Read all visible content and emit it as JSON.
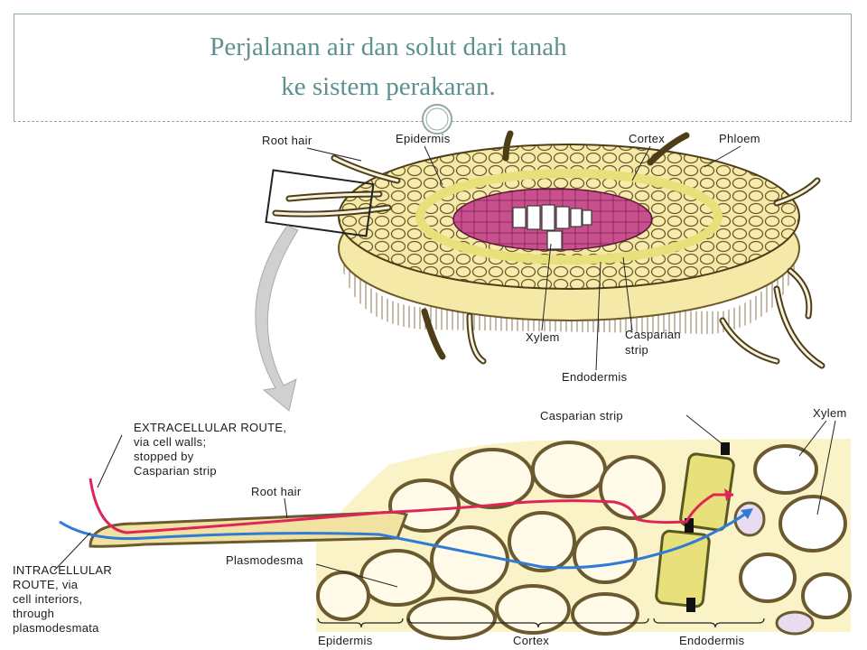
{
  "title": {
    "line1": "Perjalanan air dan solut dari tanah",
    "line2": "ke sistem perakaran."
  },
  "colors": {
    "title": "#5f9090",
    "frame": "#8fa8a8",
    "stele": "#c8508c",
    "cortex_cells": "#f3e59a",
    "endodermis": "#e8e07a",
    "extracellular_route": "#e0245a",
    "intracellular_route": "#2f7bd6"
  },
  "top_diagram": {
    "root_hair": "Root hair",
    "epidermis": "Epidermis",
    "cortex": "Cortex",
    "phloem": "Phloem",
    "xylem": "Xylem",
    "casparian_line1": "Casparian",
    "casparian_line2": "strip",
    "endodermis": "Endodermis"
  },
  "bottom_diagram": {
    "extracellular": [
      "EXTRACELLULAR ROUTE,",
      "via cell walls;",
      "stopped by",
      "Casparian strip"
    ],
    "intracellular": [
      "INTRACELLULAR",
      "ROUTE, via",
      "cell interiors,",
      "through",
      "plasmodesmata"
    ],
    "root_hair": "Root hair",
    "plasmodesma": "Plasmodesma",
    "casparian_strip": "Casparian strip",
    "xylem": "Xylem",
    "region_epidermis": "Epidermis",
    "region_cortex": "Cortex",
    "region_endodermis": "Endodermis"
  }
}
